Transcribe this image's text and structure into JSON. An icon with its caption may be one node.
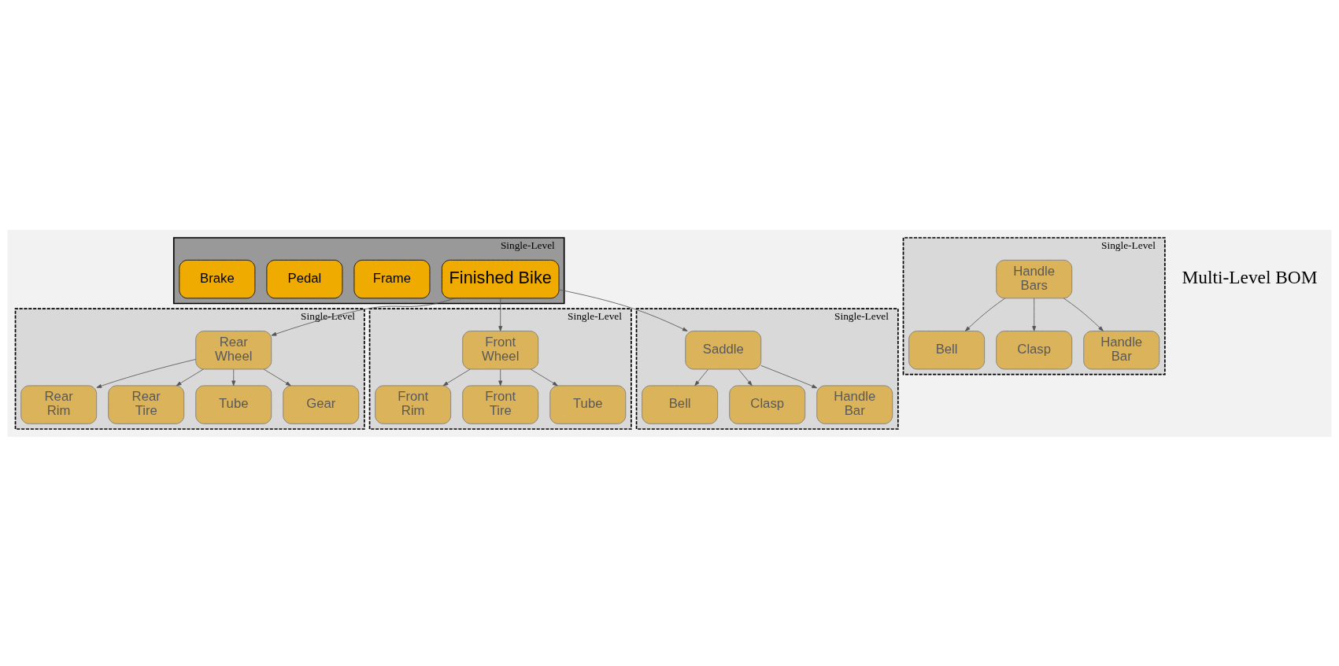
{
  "diagram": {
    "nodes": [
      {
        "text": [
          "Single-Level"
        ]
      },
      {
        "text": [
          "Finished Bike"
        ],
        "in": 0
      },
      {
        "text": [
          "Single-Level"
        ]
      },
      {
        "text": [
          "Rear Wheel"
        ],
        "in": 2
      },
      {
        "text": [
          "Rear Rim"
        ],
        "in": 2
      },
      {
        "text": [
          "Rear Tire"
        ],
        "in": 2
      },
      {
        "text": [
          "Tube"
        ],
        "in": 2
      },
      {
        "text": [
          "Gear"
        ],
        "in": 2
      },
      {
        "text": [
          "Single-Level"
        ]
      },
      {
        "text": [
          "Front Wheel"
        ],
        "in": 8
      },
      {
        "text": [
          "Front Rim"
        ],
        "in": 8
      },
      {
        "text": [
          "Front Tire"
        ],
        "in": 8
      },
      {
        "text": [
          "Tube"
        ],
        "in": 8
      },
      {
        "text": [
          "Frame"
        ],
        "in": 0
      },
      {
        "text": [
          "Pedal"
        ],
        "in": 0
      },
      {
        "text": [
          "Brake"
        ],
        "in": 0
      },
      {
        "text": [
          "Single-Level"
        ]
      },
      {
        "text": [
          "Handle Bars"
        ],
        "in": 16
      },
      {
        "text": [
          "Bell"
        ],
        "in": 16
      },
      {
        "text": [
          "Clasp"
        ],
        "in": 16
      },
      {
        "text": [
          "Handle Bar"
        ],
        "in": 16
      },
      {
        "text": [
          "Single-Level"
        ]
      },
      {
        "text": [
          "Saddle"
        ],
        "in": 21
      },
      {
        "text": [
          "Bell"
        ],
        "in": 21
      },
      {
        "text": [
          "Clasp"
        ],
        "in": 21
      },
      {
        "text": [
          "Handle Bar"
        ],
        "in": 21
      }
    ],
    "edges": [
      {
        "from": 1,
        "to": 3,
        "arrow": "to"
      },
      {
        "from": 1,
        "to": 9,
        "arrow": "to"
      },
      {
        "from": 1,
        "to": 22,
        "arrow": "to"
      },
      {
        "from": 3,
        "to": 4,
        "arrow": "to"
      },
      {
        "from": 3,
        "to": 5,
        "arrow": "to"
      },
      {
        "from": 3,
        "to": 6,
        "arrow": "to"
      },
      {
        "from": 3,
        "to": 7,
        "arrow": "to"
      },
      {
        "from": 9,
        "to": 10,
        "arrow": "to"
      },
      {
        "from": 9,
        "to": 11,
        "arrow": "to"
      },
      {
        "from": 9,
        "to": 12,
        "arrow": "to"
      },
      {
        "from": 17,
        "to": 18,
        "arrow": "to"
      },
      {
        "from": 17,
        "to": 19,
        "arrow": "to"
      },
      {
        "from": 17,
        "to": 20,
        "arrow": "to"
      },
      {
        "from": 22,
        "to": 23,
        "arrow": "to"
      },
      {
        "from": 22,
        "to": 24,
        "arrow": "to"
      },
      {
        "from": 22,
        "to": 25,
        "arrow": "to"
      }
    ],
    "labels": [
      "Multi-Level BOM"
    ]
  }
}
